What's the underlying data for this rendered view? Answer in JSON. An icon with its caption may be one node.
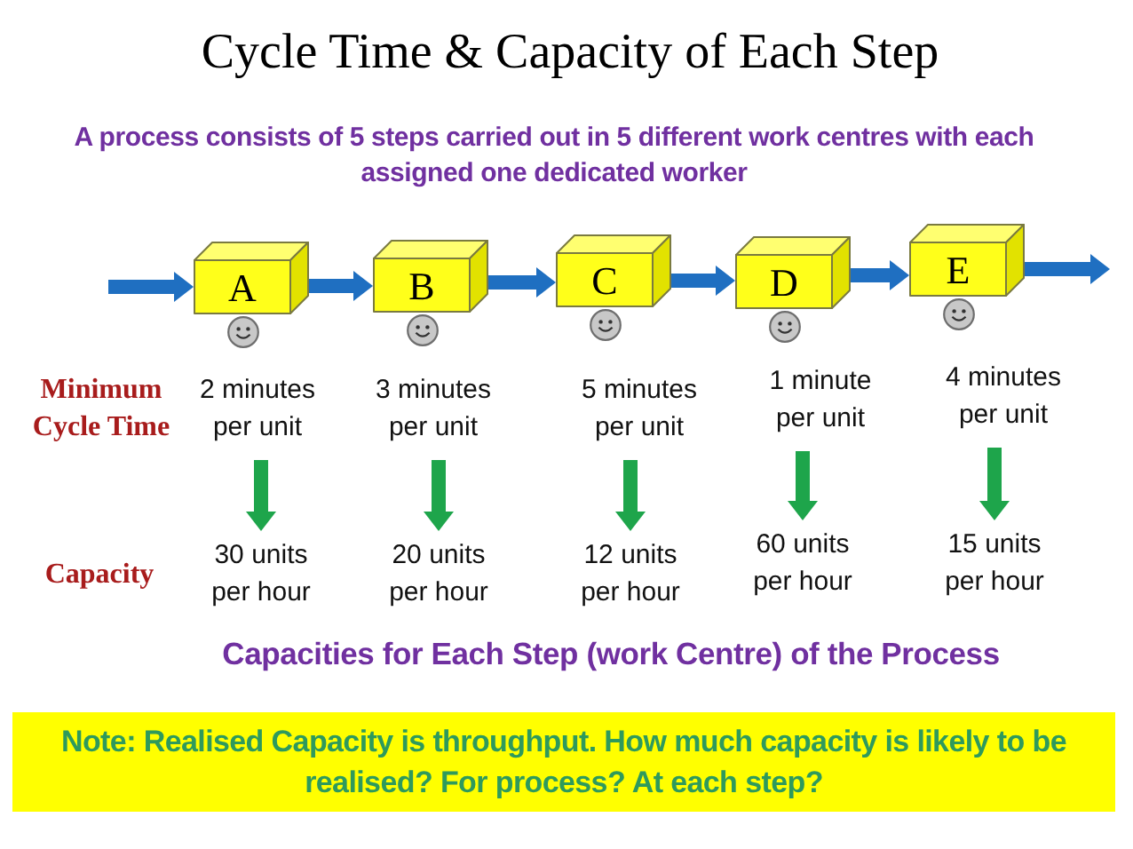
{
  "diagram": {
    "title": "Cycle Time & Capacity of Each Step",
    "caption": "Capacities for Each Step (work Centre) of the Process",
    "nodes": [
      {
        "text": [
          "A"
        ]
      },
      {
        "text": [
          "B"
        ]
      },
      {
        "text": [
          "C"
        ]
      },
      {
        "text": [
          "D"
        ]
      },
      {
        "text": [
          "E"
        ]
      },
      {
        "text": [
          "2 minutes per unit"
        ]
      },
      {
        "text": [
          "3 minutes per unit"
        ]
      },
      {
        "text": [
          "5 minutes per unit"
        ]
      },
      {
        "text": [
          "1 minute per unit"
        ]
      },
      {
        "text": [
          "4 minutes per unit"
        ]
      },
      {
        "text": [
          "30 units per hour"
        ]
      },
      {
        "text": [
          "20 units per hour"
        ]
      },
      {
        "text": [
          "12 units per hour"
        ]
      },
      {
        "text": [
          "60 units per hour"
        ]
      },
      {
        "text": [
          "15 units per hour"
        ]
      },
      {
        "text": [
          "Note: Realised Capacity is throughput. How much capacity is likely to be realised? For process? At each step?"
        ]
      }
    ],
    "edges": [
      {
        "from": null,
        "to": 0,
        "arrow": "to"
      },
      {
        "from": 0,
        "to": 1,
        "arrow": "to"
      },
      {
        "from": 1,
        "to": 2,
        "arrow": "to"
      },
      {
        "from": 2,
        "to": 3,
        "arrow": "to"
      },
      {
        "from": 3,
        "to": 4,
        "arrow": "to"
      },
      {
        "from": 4,
        "to": null,
        "arrow": "to"
      },
      {
        "from": 5,
        "to": 10,
        "arrow": "to",
        "color": "#1ea54b"
      },
      {
        "from": 6,
        "to": 11,
        "arrow": "to",
        "color": "#1ea54b"
      },
      {
        "from": 7,
        "to": 12,
        "arrow": "to",
        "color": "#1ea54b"
      },
      {
        "from": 8,
        "to": 13,
        "arrow": "to",
        "color": "#1ea54b"
      },
      {
        "from": 9,
        "to": 14,
        "arrow": "to",
        "color": "#1ea54b"
      }
    ],
    "labels": [
      "A process consists of 5 steps carried out in 5 different work centres with each assigned one dedicated worker",
      "Minimum Cycle Time",
      "Capacity"
    ]
  }
}
